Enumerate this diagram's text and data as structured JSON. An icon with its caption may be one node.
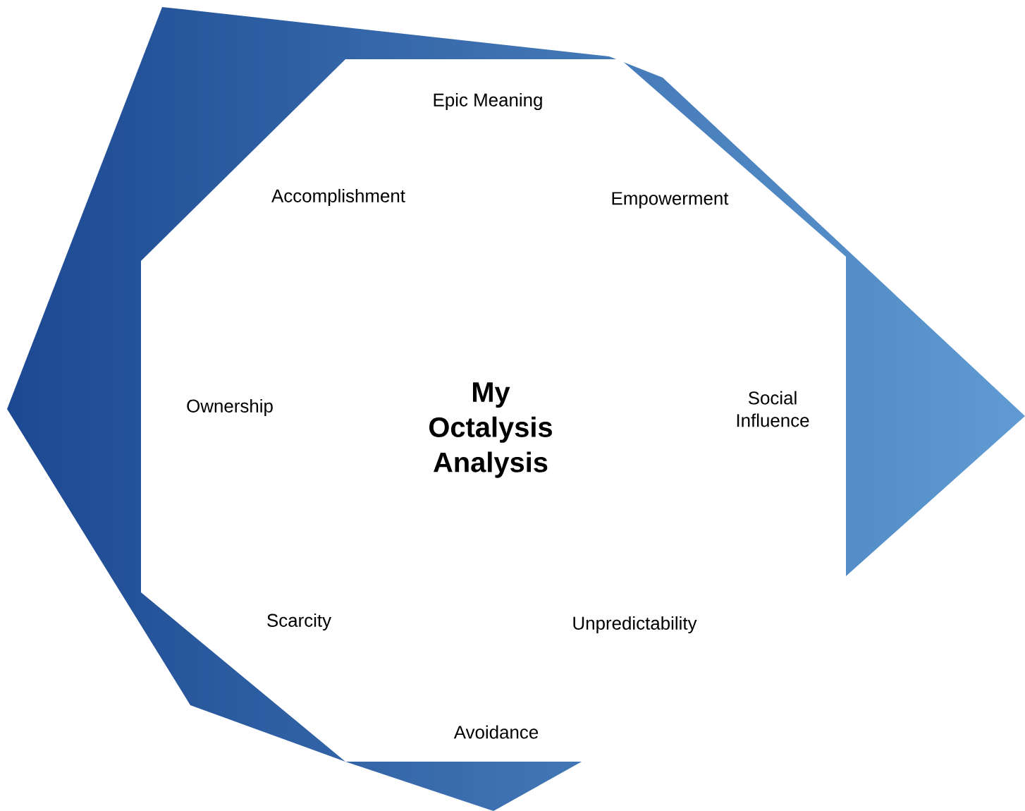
{
  "diagram": {
    "nodes": [
      {
        "text": [
          "My Octalysis Analysis"
        ]
      }
    ],
    "labels": [
      "Epic Meaning",
      "Accomplishment",
      "Empowerment",
      "Ownership",
      "Social Influence",
      "Scarcity",
      "Unpredictability",
      "Avoidance"
    ]
  }
}
